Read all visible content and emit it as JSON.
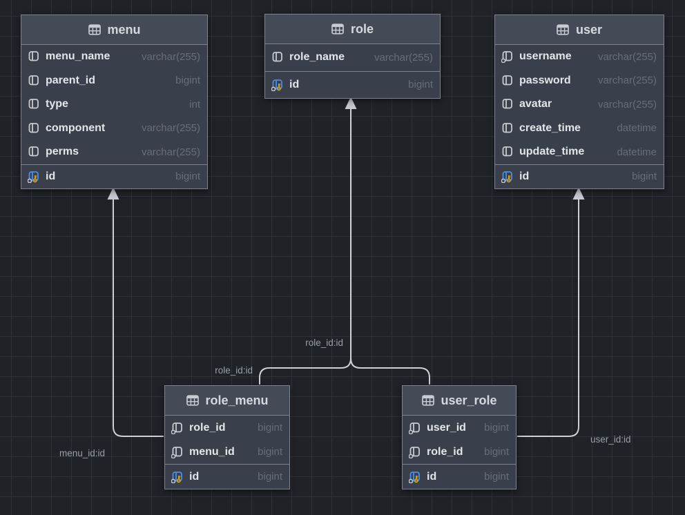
{
  "diagram": {
    "tables": [
      {
        "title": "menu",
        "columns": [
          {
            "name": "menu_name",
            "type": "varchar(255)",
            "icon": "column"
          },
          {
            "name": "parent_id",
            "type": "bigint",
            "icon": "column"
          },
          {
            "name": "type",
            "type": "int",
            "icon": "column"
          },
          {
            "name": "component",
            "type": "varchar(255)",
            "icon": "column"
          },
          {
            "name": "perms",
            "type": "varchar(255)",
            "icon": "column"
          },
          {
            "name": "id",
            "type": "bigint",
            "icon": "column-pk"
          }
        ]
      },
      {
        "title": "role",
        "columns": [
          {
            "name": "role_name",
            "type": "varchar(255)",
            "icon": "column"
          },
          {
            "name": "id",
            "type": "bigint",
            "icon": "column-pk"
          }
        ]
      },
      {
        "title": "user",
        "columns": [
          {
            "name": "username",
            "type": "varchar(255)",
            "icon": "column-indexed"
          },
          {
            "name": "password",
            "type": "varchar(255)",
            "icon": "column"
          },
          {
            "name": "avatar",
            "type": "varchar(255)",
            "icon": "column"
          },
          {
            "name": "create_time",
            "type": "datetime",
            "icon": "column"
          },
          {
            "name": "update_time",
            "type": "datetime",
            "icon": "column"
          },
          {
            "name": "id",
            "type": "bigint",
            "icon": "column-pk"
          }
        ]
      },
      {
        "title": "role_menu",
        "columns": [
          {
            "name": "role_id",
            "type": "bigint",
            "icon": "column-indexed"
          },
          {
            "name": "menu_id",
            "type": "bigint",
            "icon": "column-indexed"
          },
          {
            "name": "id",
            "type": "bigint",
            "icon": "column-pk"
          }
        ]
      },
      {
        "title": "user_role",
        "columns": [
          {
            "name": "user_id",
            "type": "bigint",
            "icon": "column-indexed"
          },
          {
            "name": "role_id",
            "type": "bigint",
            "icon": "column-indexed"
          },
          {
            "name": "id",
            "type": "bigint",
            "icon": "column-pk"
          }
        ]
      }
    ],
    "relations": [
      {
        "from": "role_menu.menu_id",
        "to": "menu.id",
        "label": "menu_id:id"
      },
      {
        "from": "role_menu.role_id",
        "to": "role.id",
        "label": "role_id:id"
      },
      {
        "from": "user_role.role_id",
        "to": "role.id",
        "label": "role_id:id"
      },
      {
        "from": "user_role.user_id",
        "to": "user.id",
        "label": "user_id:id"
      }
    ],
    "colors": {
      "canvas_bg": "#1f2227",
      "grid_line": "#2e3136",
      "table_header_bg": "#444b57",
      "table_body_bg": "#3a404b",
      "table_border": "#7e838d",
      "title_text": "#d4d9e0",
      "column_name_text": "#e2e5ea",
      "column_type_text": "#686e78",
      "wire": "#ced2d6",
      "wire_label_text": "#9aa0a7",
      "pk_icon_blue": "#4b8ee8",
      "pk_key_gold": "#d4a017",
      "icon_gray": "#c8ccd2"
    }
  }
}
